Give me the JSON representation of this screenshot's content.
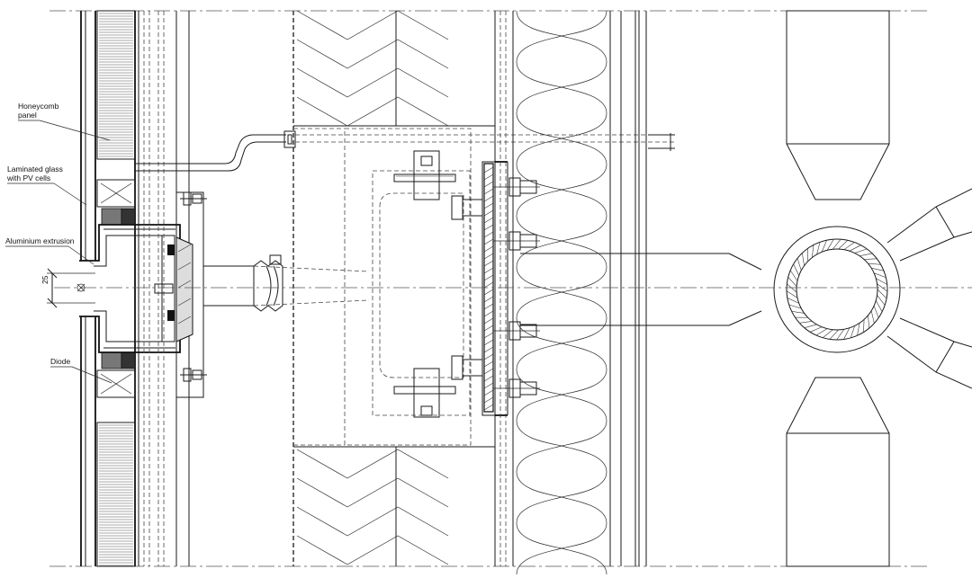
{
  "labels": {
    "honeycomb_line1": "Honeycomb",
    "honeycomb_line2": "panel",
    "laminated_line1": "Laminated glass",
    "laminated_line2": "with PV cells",
    "aluminium": "Aluminium extrusion",
    "diode": "Diode",
    "dimension": "25"
  }
}
